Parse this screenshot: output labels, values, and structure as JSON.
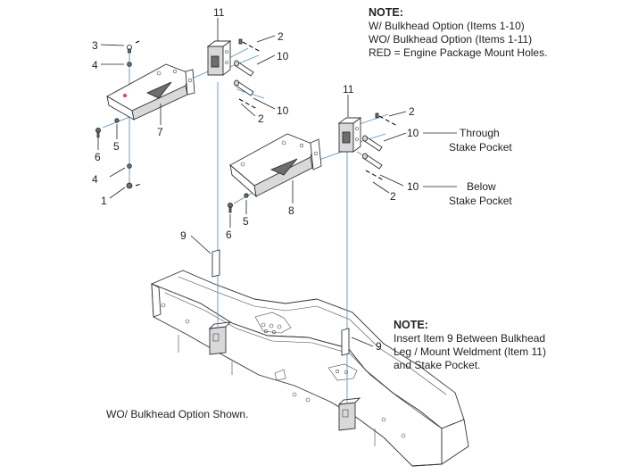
{
  "note_top": {
    "heading": "NOTE:",
    "lines": [
      "W/ Bulkhead Option (Items 1-10)",
      "WO/ Bulkhead Option (Items 1-11)",
      "RED = Engine Package Mount Holes."
    ]
  },
  "note_bottom": {
    "heading": "NOTE:",
    "lines": [
      "Insert Item 9 Between Bulkhead",
      "Leg / Mount Weldment (Item 11)",
      "and Stake Pocket."
    ]
  },
  "caption": "WO/ Bulkhead Option Shown.",
  "callouts": {
    "c1": "1",
    "c2a": "2",
    "c2b": "2",
    "c2c": "2",
    "c2d": "2",
    "c3": "3",
    "c4a": "4",
    "c4b": "4",
    "c5a": "5",
    "c5b": "5",
    "c6a": "6",
    "c6b": "6",
    "c7": "7",
    "c8": "8",
    "c9a": "9",
    "c9b": "9",
    "c10a": "10",
    "c10b": "10",
    "c10c": "10",
    "c10d": "10",
    "c11a": "11",
    "c11b": "11"
  },
  "labels": {
    "through_1": "Through",
    "through_2": "Stake Pocket",
    "below_1": "Below",
    "below_2": "Stake Pocket"
  },
  "colors": {
    "axis_line": "#5a96c8",
    "mount_hole": "#d9534f",
    "part_shade": "#d9d9d9"
  }
}
